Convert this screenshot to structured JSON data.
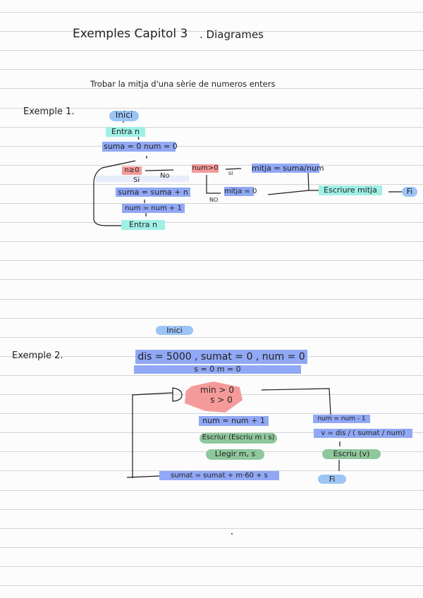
{
  "page": {
    "title": "Exemples Capitol 3",
    "title_suffix": ". Diagrames",
    "subtitle": "Trobar la mitja d'una sèrie de numeros enters"
  },
  "example1": {
    "label": "Exemple 1.",
    "nodes": {
      "start": "Inici",
      "input_n": "Entra n",
      "init": "suma = 0    num = 0",
      "cond_n": "n≥0",
      "yes_label": "Si",
      "no_label": "No",
      "sum_update": "suma = suma + n",
      "num_update": "num = num + 1",
      "input_n_loop": "Entra n",
      "cond_num": "num>0",
      "cond_num_yes": "si",
      "cond_num_no": "NO",
      "avg_calc": "mitja = suma/num",
      "avg_zero": "mitja = 0",
      "write_avg": "Escriure mitja",
      "end": "Fi"
    }
  },
  "example2": {
    "label": "Exemple 2.",
    "nodes": {
      "start": "Inici",
      "init_line1": "dis = 5000 , sumat = 0 , num = 0",
      "init_line2": "s = 0    m = 0",
      "cond_line1": "min > 0",
      "cond_line2": "s > 0",
      "num_inc": "num = num + 1",
      "write_prompt": "Escriur (Escriu m i s)",
      "read_ms": "Llegir m, s",
      "sumat_update": "sumat = sumat + m·60 + s",
      "num_dec": "num = num - 1",
      "v_calc": "v = dis / ( sumat / num)",
      "write_v": "Escriu (v)",
      "end": "Fi"
    }
  },
  "colors": {
    "process": "#90a8f5",
    "terminal": "#9cc4f5",
    "io_teal": "#9ff0e4",
    "io_green": "#8fc79c",
    "decision": "#f59a9a",
    "rule_line": "#d4d4d4"
  }
}
